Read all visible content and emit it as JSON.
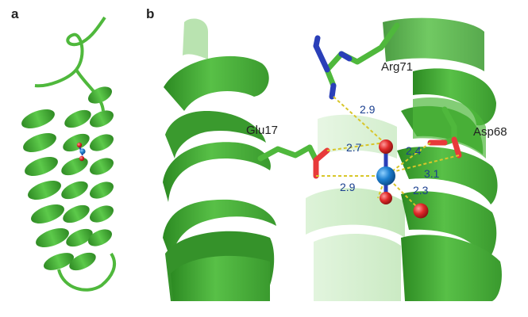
{
  "panels": {
    "a": {
      "label": "a"
    },
    "b": {
      "label": "b"
    }
  },
  "residues": {
    "glu17": "Glu17",
    "arg71": "Arg71",
    "asp68": "Asp68"
  },
  "distances": [
    "2.9",
    "2.7",
    "2.4",
    "3.1",
    "2.9",
    "2.3"
  ],
  "colors": {
    "helix": "#4fb83c",
    "helix_dark": "#2f8a24",
    "helix_light": "#9cd88e",
    "oxygen": "#e83a3a",
    "nitrogen": "#2a3fb8",
    "metal": "#1d7fd0",
    "hbond": "#d8c62a",
    "distance_text": "#1a3f8f"
  },
  "icons": {
    "ion": "metal-ion-sphere",
    "water": "water-sphere"
  }
}
